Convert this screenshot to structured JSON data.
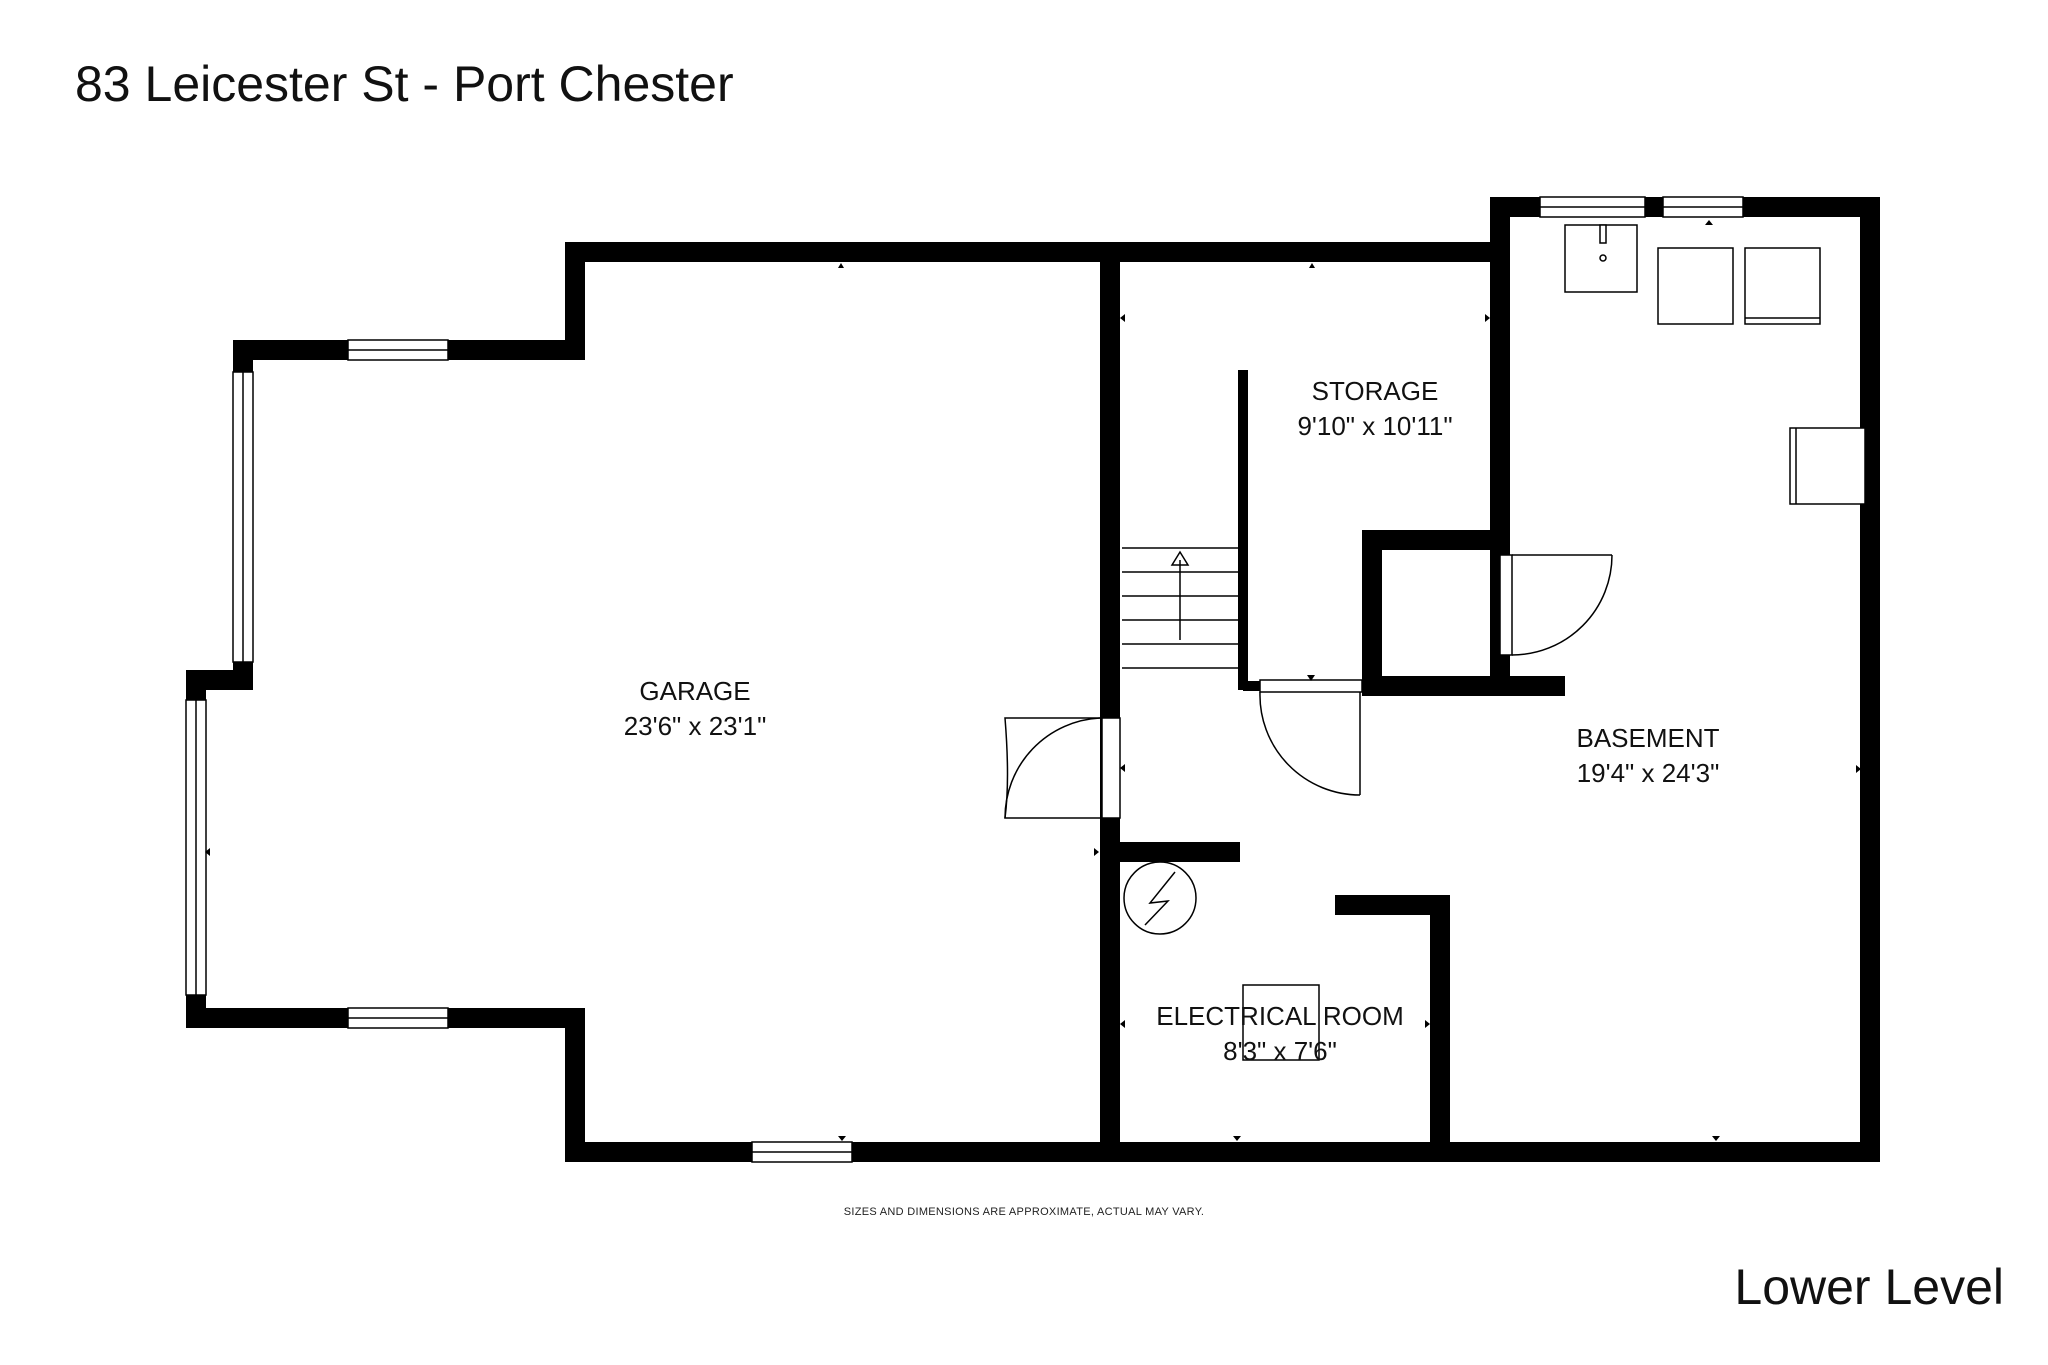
{
  "header": {
    "address": "83 Leicester St - Port Chester"
  },
  "footer": {
    "disclaimer": "SIZES AND DIMENSIONS ARE APPROXIMATE, ACTUAL MAY VARY.",
    "level": "Lower Level"
  },
  "rooms": {
    "garage": {
      "name": "GARAGE",
      "size": "23'6\" x 23'1\""
    },
    "storage": {
      "name": "STORAGE",
      "size": "9'10\" x 10'11\""
    },
    "basement": {
      "name": "BASEMENT",
      "size": "19'4\" x 24'3\""
    },
    "electrical": {
      "name": "ELECTRICAL ROOM",
      "size": "8'3\" x 7'6\""
    }
  },
  "colors": {
    "wall": "#000000",
    "background": "#ffffff"
  }
}
